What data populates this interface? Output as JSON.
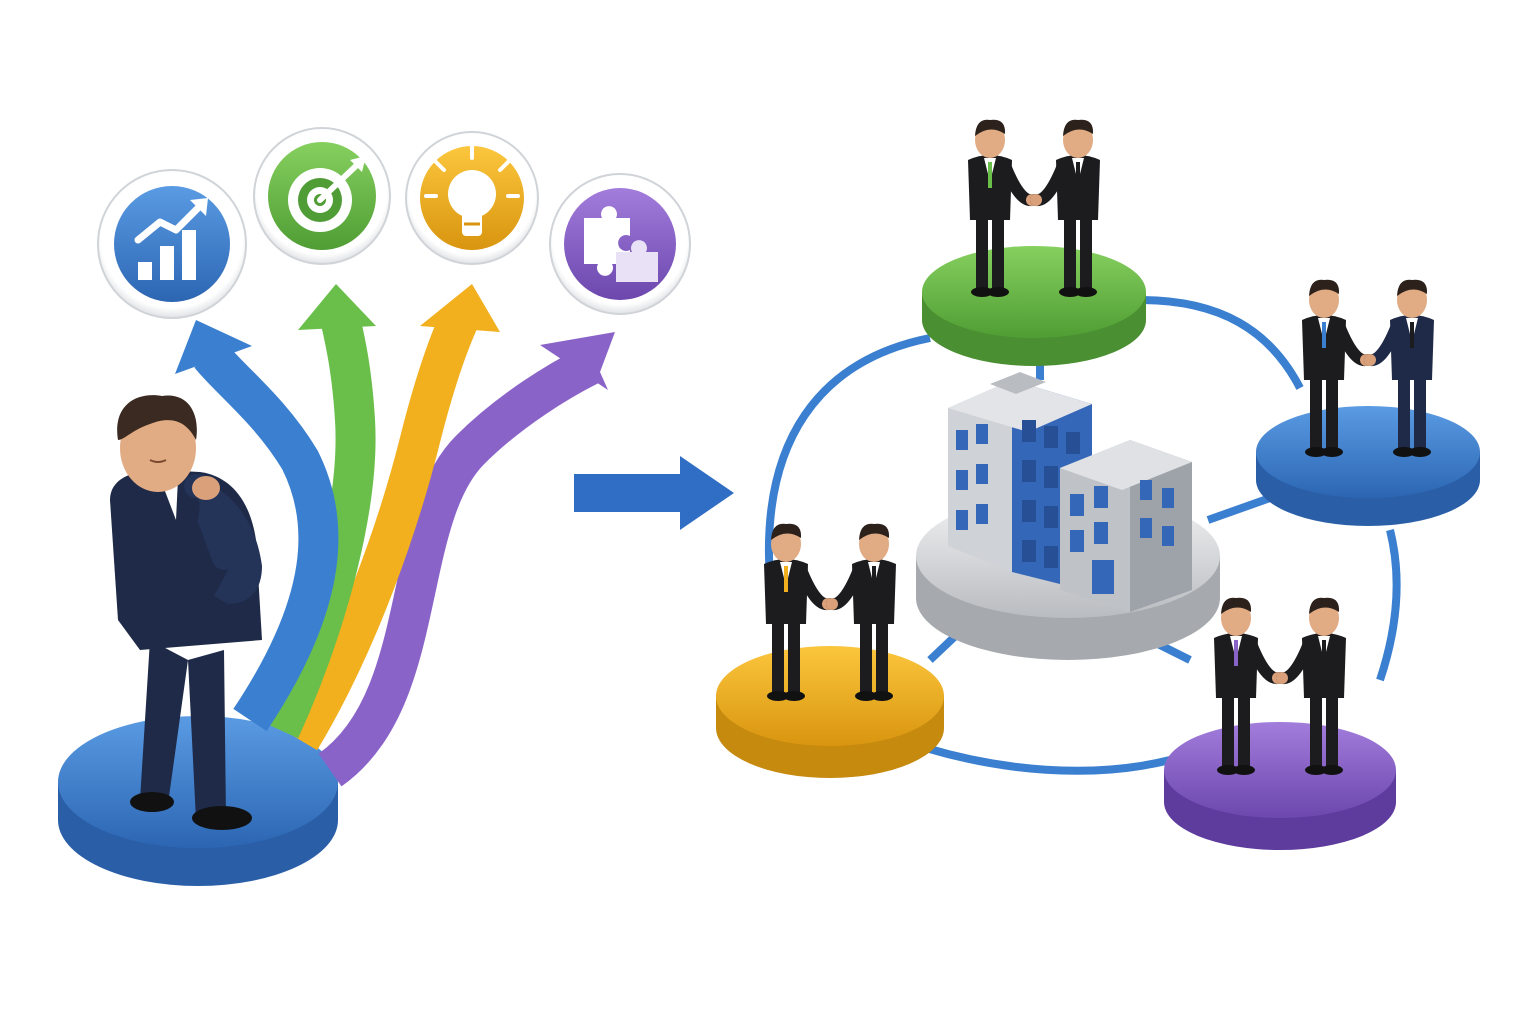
{
  "colors": {
    "blue": "#3b7fd0",
    "green": "#6abf4b",
    "yellow": "#f2b01e",
    "purple": "#8a63c9",
    "navy_suit": "#1e2a47",
    "black_suit": "#1c1c1e",
    "grey_platform": "#d7d8da",
    "building_blue": "#3567b8",
    "building_grey": "#bfc3c8"
  },
  "options": [
    {
      "icon": "growth-chart-icon",
      "color": "blue"
    },
    {
      "icon": "target-icon",
      "color": "green"
    },
    {
      "icon": "lightbulb-icon",
      "color": "yellow"
    },
    {
      "icon": "puzzle-icon",
      "color": "purple"
    }
  ],
  "partner_nodes": [
    {
      "name": "partner-node-green",
      "color": "green",
      "tie": "green"
    },
    {
      "name": "partner-node-blue",
      "color": "blue",
      "tie": "blue"
    },
    {
      "name": "partner-node-purple",
      "color": "purple",
      "tie": "purple"
    },
    {
      "name": "partner-node-yellow",
      "color": "yellow",
      "tie": "yellow"
    }
  ],
  "center": {
    "icon": "office-buildings-icon"
  },
  "transition": {
    "icon": "right-arrow-icon",
    "color": "blue"
  }
}
